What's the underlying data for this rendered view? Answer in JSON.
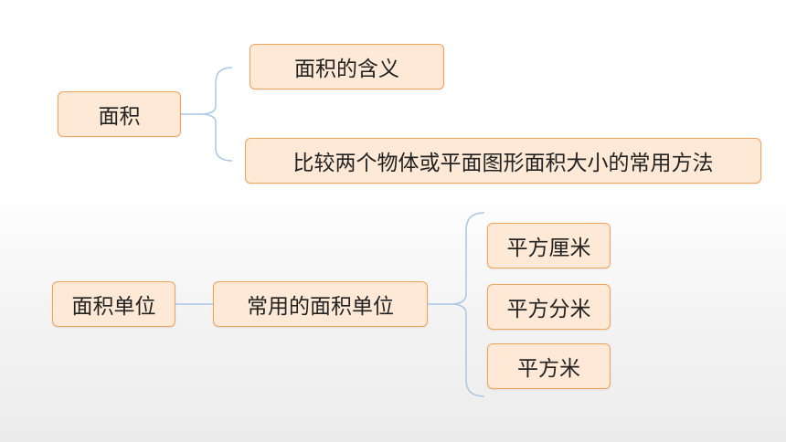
{
  "colors": {
    "node_fill": "#fde9d6",
    "node_border": "#f0a35a",
    "connector": "#a9c7e6",
    "text": "#222222"
  },
  "section1": {
    "root": "面积",
    "children": [
      "面积的含义",
      "比较两个物体或平面图形面积大小的常用方法"
    ]
  },
  "section2": {
    "root": "面积单位",
    "middle": "常用的面积单位",
    "children": [
      "平方厘米",
      "平方分米",
      "平方米"
    ]
  }
}
